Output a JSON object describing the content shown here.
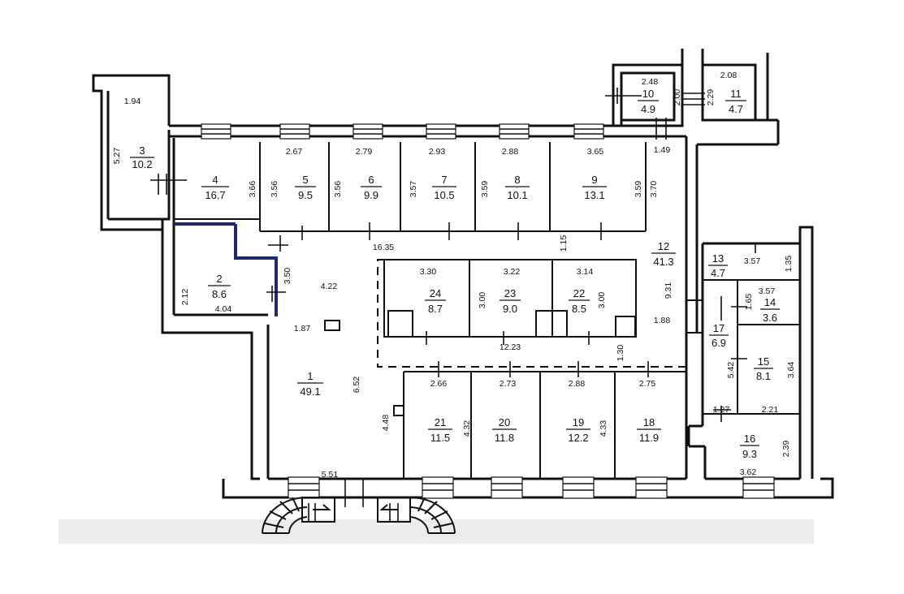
{
  "rooms": [
    {
      "id": "1",
      "number": "1",
      "area": "49.1"
    },
    {
      "id": "2",
      "number": "2",
      "area": "8.6"
    },
    {
      "id": "3",
      "number": "3",
      "area": "10.2"
    },
    {
      "id": "4",
      "number": "4",
      "area": "16.7"
    },
    {
      "id": "5",
      "number": "5",
      "area": "9.5"
    },
    {
      "id": "6",
      "number": "6",
      "area": "9.9"
    },
    {
      "id": "7",
      "number": "7",
      "area": "10.5"
    },
    {
      "id": "8",
      "number": "8",
      "area": "10.1"
    },
    {
      "id": "9",
      "number": "9",
      "area": "13.1"
    },
    {
      "id": "10",
      "number": "10",
      "area": "4.9"
    },
    {
      "id": "11",
      "number": "11",
      "area": "4.7"
    },
    {
      "id": "12",
      "number": "12",
      "area": "41.3"
    },
    {
      "id": "13",
      "number": "13",
      "area": "4.7"
    },
    {
      "id": "14",
      "number": "14",
      "area": "3.6"
    },
    {
      "id": "15",
      "number": "15",
      "area": "8.1"
    },
    {
      "id": "16",
      "number": "16",
      "area": "9.3"
    },
    {
      "id": "17",
      "number": "17",
      "area": "6.9"
    },
    {
      "id": "18",
      "number": "18",
      "area": "11.9"
    },
    {
      "id": "19",
      "number": "19",
      "area": "12.2"
    },
    {
      "id": "20",
      "number": "20",
      "area": "11.8"
    },
    {
      "id": "21",
      "number": "21",
      "area": "11.5"
    },
    {
      "id": "22",
      "number": "22",
      "area": "8.5"
    },
    {
      "id": "23",
      "number": "23",
      "area": "9.0"
    },
    {
      "id": "24",
      "number": "24",
      "area": "8.7"
    }
  ],
  "dimensions": [
    "1.94",
    "5.27",
    "2.67",
    "2.79",
    "2.93",
    "2.88",
    "3.65",
    "3.66",
    "3.56",
    "3.56",
    "3.57",
    "3.59",
    "3.59",
    "3.70",
    "2.48",
    "2.00",
    "2.08",
    "2.29",
    "1.49",
    "16.35",
    "1.15",
    "4.22",
    "3.50",
    "2.12",
    "4.04",
    "1.87",
    "3.30",
    "3.22",
    "3.14",
    "3.00",
    "3.00",
    "12.23",
    "1.30",
    "9.31",
    "1.88",
    "6.52",
    "4.48",
    "2.66",
    "2.73",
    "2.88",
    "2.75",
    "4.32",
    "4.33",
    "5.51",
    "3.57",
    "1.35",
    "3.57",
    "1.65",
    "5.42",
    "3.64",
    "1.27",
    "2.21",
    "2.39",
    "3.62"
  ]
}
